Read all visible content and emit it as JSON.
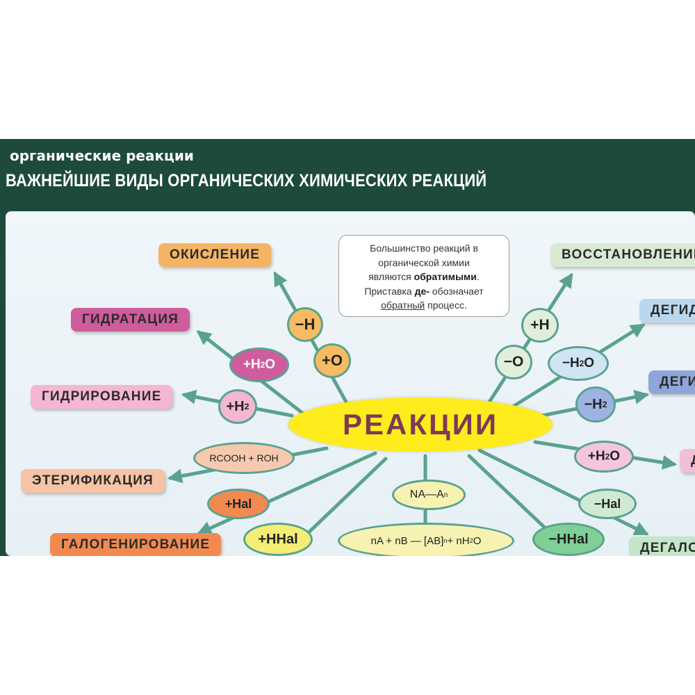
{
  "header": {
    "topic": "органические реакции",
    "title": "ВАЖНЕЙШИЕ ВИДЫ ОРГАНИЧЕСКИХ ХИМИЧЕСКИХ РЕАКЦИЙ"
  },
  "center": {
    "label": "РЕАКЦИИ",
    "color": "#ffec1c"
  },
  "note": {
    "line1": "Большинство реакций в",
    "line2": "органической химии",
    "line3_pre": "являются ",
    "line3_bold": "обратимыми",
    "line3_post": ".",
    "line4_pre": "Приставка ",
    "line4_bold": "де-",
    "line4_post": " обозначает",
    "line5_under": "обратный",
    "line5_post": " процесс."
  },
  "labels": {
    "oxidation": {
      "text": "ОКИСЛЕНИЕ",
      "color": "#f5b463"
    },
    "hydration": {
      "text": "ГИДРАТАЦИЯ",
      "color": "#cf5c9c"
    },
    "hydrogenation": {
      "text": "ГИДРИРОВАНИЕ",
      "color": "#f4b6d2"
    },
    "esterification": {
      "text": "ЭТЕРИФИКАЦИЯ",
      "color": "#f6c3a4"
    },
    "halogenation": {
      "text": "ГАЛОГЕНИРОВАНИЕ",
      "color": "#f28a50"
    },
    "reduction": {
      "text": "ВОССТАНОВЛЕНИЕ",
      "color": "#d8ead4"
    },
    "dehydro1": {
      "text": "ДЕГИД",
      "color": "#b9d8ee"
    },
    "dehydro2": {
      "text": "ДЕГИ",
      "color": "#8fa6d9"
    },
    "dehydra3": {
      "text": "Д",
      "color": "#f2bfd9"
    },
    "dehalo": {
      "text": "ДЕГАЛО",
      "color": "#c3e6c8"
    }
  },
  "nodes": {
    "minus_h": {
      "text": "−H",
      "color": "#f6bb63"
    },
    "plus_o": {
      "text": "+O",
      "color": "#f6bb63"
    },
    "plus_h2o_left": {
      "text": "+H",
      "sub": "2",
      "tail": "O",
      "color": "#cf5c9c"
    },
    "plus_h2": {
      "text": "+H",
      "sub": "2",
      "tail": "",
      "color": "#f4b6d2"
    },
    "rcooh_roh": {
      "text": "RCOOH + ROH",
      "color": "#f6c9ae"
    },
    "plus_hal": {
      "text": "+Hal",
      "color": "#f28a50"
    },
    "plus_hhal": {
      "text": "+HHal",
      "color": "#f4ee76"
    },
    "na_an": {
      "text": "NA—A",
      "sub": "n",
      "color": "#f7f2b2"
    },
    "polycond": {
      "text": "nA + nB — [AB]",
      "sub": "n",
      "tail": " + nH",
      "sub2": "2",
      "tail2": "O",
      "color": "#f7f2b2"
    },
    "plus_h": {
      "text": "+H",
      "color": "#e0eedc"
    },
    "minus_o": {
      "text": "−O",
      "color": "#e0eedc"
    },
    "minus_h2o": {
      "text": "−H",
      "sub": "2",
      "tail": "O",
      "color": "#cfe5f4"
    },
    "minus_h2": {
      "text": "−H",
      "sub": "2",
      "tail": "",
      "color": "#9db3e2"
    },
    "plus_h2o_right": {
      "text": "+H",
      "sub": "2",
      "tail": "O",
      "color": "#f4c6de"
    },
    "minus_hal": {
      "text": "−Hal",
      "color": "#cfead2"
    },
    "minus_hhal": {
      "text": "−HHal",
      "color": "#7fcf96"
    }
  },
  "arrow_color": "#5aa28f",
  "panel_color": "#1d4a3b"
}
